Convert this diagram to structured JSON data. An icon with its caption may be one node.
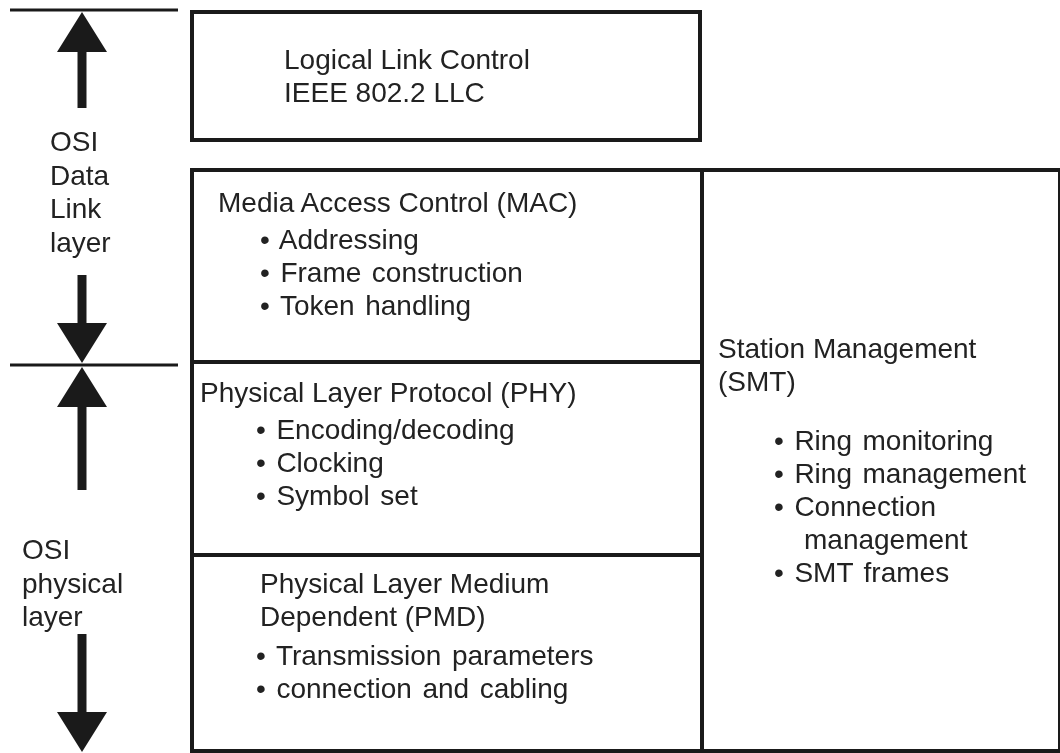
{
  "diagram": {
    "nodes": [
      {
        "text": [
          "Logical Link Control",
          "IEEE 802.2 LLC"
        ]
      },
      {
        "text": [
          "Media Access Control (MAC)",
          "• Addressing",
          "• Frame construction",
          "• Token handling"
        ]
      },
      {
        "text": [
          "Physical Layer Protocol (PHY)",
          "• Encoding/decoding",
          "• Clocking",
          "• Symbol set"
        ]
      },
      {
        "text": [
          "Physical Layer Medium Dependent (PMD)",
          "• Transmission parameters",
          "• connection and cabling"
        ]
      },
      {
        "text": [
          "Station Management (SMT)",
          "• Ring monitoring",
          "• Ring management",
          "• Connection management",
          "• SMT frames"
        ]
      }
    ],
    "edges": [],
    "labels": [
      "OSI Data Link layer",
      "OSI physical layer"
    ]
  }
}
